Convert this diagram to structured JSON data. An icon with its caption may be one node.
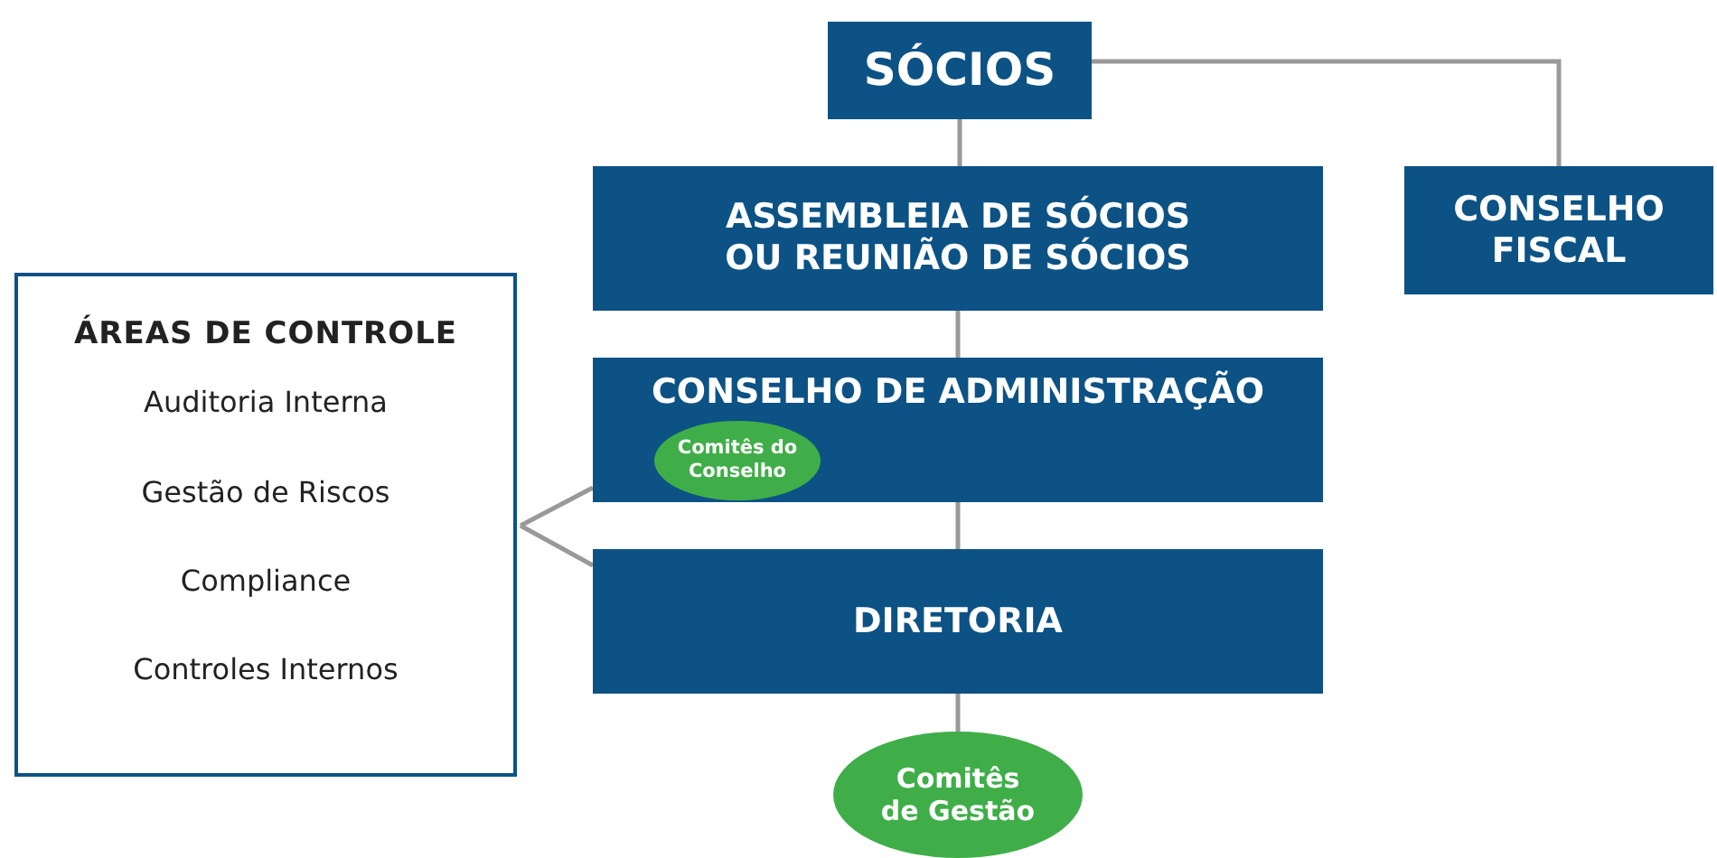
{
  "diagram": {
    "nodes": [
      {
        "text": [
          "SÓCIOS"
        ]
      },
      {
        "text": [
          "ASSEMBLEIA DE SÓCIOS OU REUNIÃO DE SÓCIOS"
        ]
      },
      {
        "text": [
          "CONSELHO FISCAL"
        ]
      },
      {
        "text": [
          "CONSELHO DE ADMINISTRAÇÃO"
        ]
      },
      {
        "text": [
          "Comitês do Conselho"
        ],
        "in": 3
      },
      {
        "text": [
          "DIRETORIA"
        ]
      },
      {
        "text": [
          "Comitês de Gestão"
        ]
      },
      {
        "text": [
          "ÁREAS DE CONTROLE",
          "Auditoria Interna",
          "Gestão de Riscos",
          "Compliance",
          "Controles Internos"
        ]
      }
    ],
    "edges": [
      {
        "from": 0,
        "to": 1,
        "arrow": "none"
      },
      {
        "from": 0,
        "to": 2,
        "arrow": "none"
      },
      {
        "from": 1,
        "to": 3,
        "arrow": "none"
      },
      {
        "from": 3,
        "to": 5,
        "arrow": "none"
      },
      {
        "from": 5,
        "to": 6,
        "arrow": "none"
      },
      {
        "from": 7,
        "to": 3,
        "arrow": "none"
      },
      {
        "from": 7,
        "to": 5,
        "arrow": "none"
      }
    ]
  }
}
